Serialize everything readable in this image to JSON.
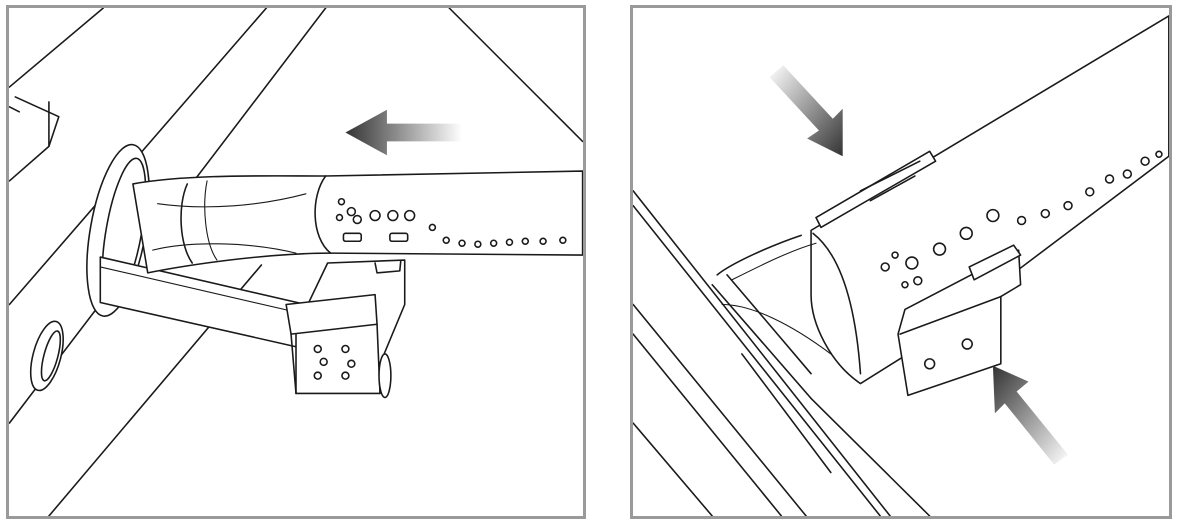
{
  "figure": {
    "panels": [
      {
        "id": "left",
        "arrows": [
          {
            "direction": "left"
          }
        ]
      },
      {
        "id": "right",
        "arrows": [
          {
            "direction": "down-right"
          },
          {
            "direction": "up-left"
          }
        ]
      }
    ],
    "colors": {
      "border": "#9a9a9a",
      "linework": "#1a1a1a",
      "arrow_dark": "#333333",
      "background": "#ffffff"
    }
  }
}
